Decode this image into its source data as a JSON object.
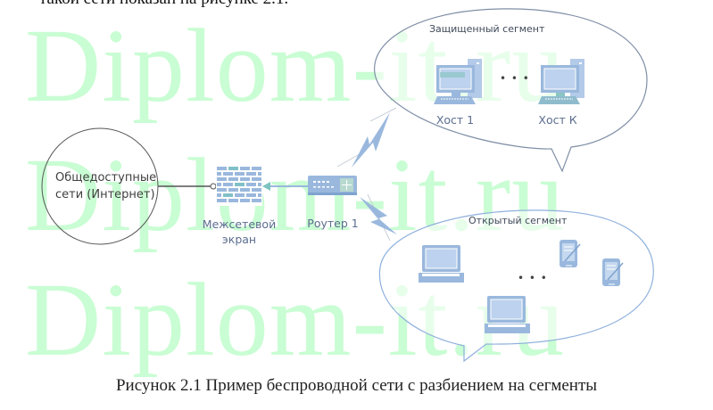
{
  "intro_text": "такой сети показан на рисунке 2.1.",
  "watermark": "Diplom-it.ru",
  "nodes": {
    "internet": {
      "line1": "Общедоступные",
      "line2": "сети (Интернет)"
    },
    "firewall": {
      "line1": "Межсетевой",
      "line2": "экран"
    },
    "router": {
      "label": "Роутер 1"
    }
  },
  "secure_segment": {
    "title": "Защищенный сегмент",
    "hosts": [
      {
        "label": "Хост 1"
      },
      {
        "label": "Хост К"
      }
    ],
    "ellipsis": "• • •"
  },
  "open_segment": {
    "title": "Открытый  сегмент",
    "ellipsis": "• • •"
  },
  "caption": "Рисунок 2.1 Пример беспроводной сети с разбиением на сегменты",
  "colors": {
    "icon_blue": "#9ab8dd",
    "icon_dark": "#7fa3cf",
    "teal": "#7cc3c2",
    "watermark": "#c9fdd3"
  }
}
